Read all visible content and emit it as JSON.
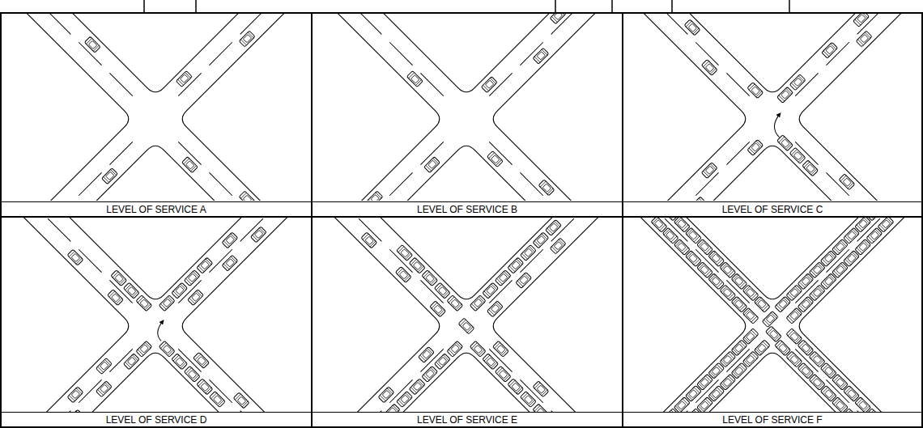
{
  "diagram": {
    "nodes": [
      {
        "text": [
          "LEVEL OF SERVICE A"
        ]
      },
      {
        "text": [
          "LEVEL OF SERVICE B"
        ]
      },
      {
        "text": [
          "LEVEL OF SERVICE C"
        ]
      },
      {
        "text": [
          "LEVEL OF SERVICE D"
        ]
      },
      {
        "text": [
          "LEVEL OF SERVICE E"
        ]
      },
      {
        "text": [
          "LEVEL OF SERVICE F"
        ]
      }
    ]
  }
}
